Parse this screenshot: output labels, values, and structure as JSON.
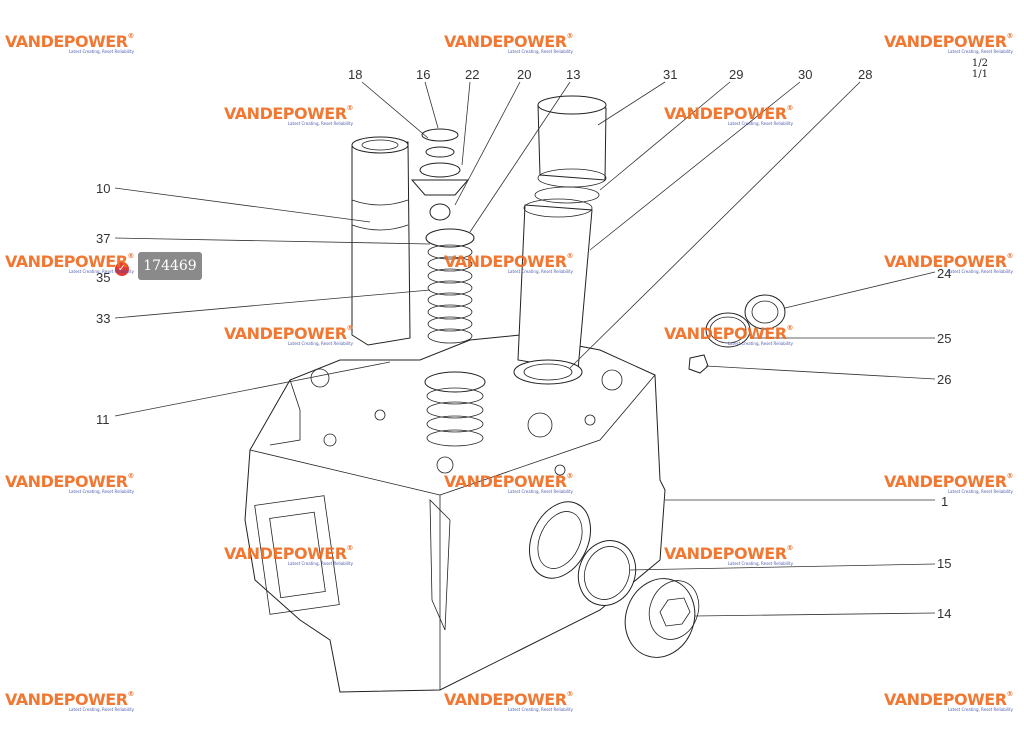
{
  "callouts": {
    "c18": "18",
    "c16": "16",
    "c22": "22",
    "c20": "20",
    "c13": "13",
    "c31": "31",
    "c29": "29",
    "c30": "30",
    "c28": "28",
    "c10": "10",
    "c37": "37",
    "c35": "35",
    "c33": "33",
    "c11": "11",
    "c24": "24",
    "c25": "25",
    "c26": "26",
    "c1": "1",
    "c15": "15",
    "c14": "14"
  },
  "badge": {
    "number": "174469"
  },
  "corner_ref": {
    "line1": "1/2",
    "line2": "1/1"
  },
  "watermark": {
    "brand": "VANDEPOWER",
    "tagline": "Latest Creating, Reset Reliability",
    "color": "#f06a1e"
  }
}
